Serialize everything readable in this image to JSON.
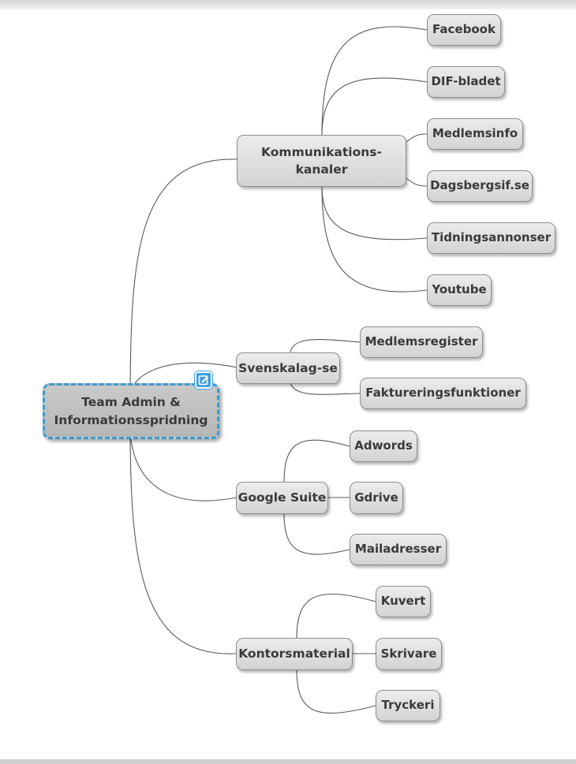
{
  "central": {
    "label_line1": "Team Admin &",
    "label_line2": "Informationsspridning",
    "note_icon": "note-icon"
  },
  "branches": [
    {
      "label": "Kommunikations-kanaler",
      "label_line1": "Kommunikations-",
      "label_line2": "kanaler",
      "children": [
        "Facebook",
        "DIF-bladet",
        "Medlemsinfo",
        "Dagsbergsif.se",
        "Tidningsannonser",
        "Youtube"
      ]
    },
    {
      "label": "Svenskalag-se",
      "children": [
        "Medlemsregister",
        "Faktureringsfunktioner"
      ]
    },
    {
      "label": "Google Suite",
      "children": [
        "Adwords",
        "Gdrive",
        "Mailadresser"
      ]
    },
    {
      "label": "Kontorsmaterial",
      "children": [
        "Kuvert",
        "Skrivare",
        "Tryckeri"
      ]
    }
  ],
  "colors": {
    "node_fill": "#dddddd",
    "central_fill": "#bfbfbf",
    "central_border": "#3a9bd2",
    "edge": "#555555",
    "text": "#3a3a3a"
  }
}
